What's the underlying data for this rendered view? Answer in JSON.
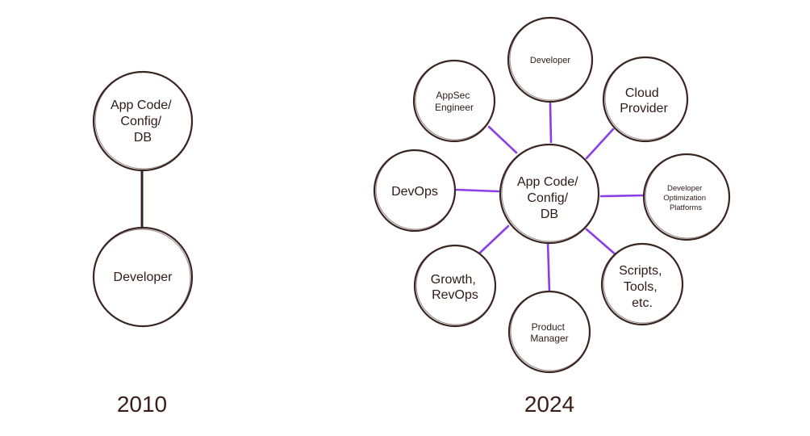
{
  "colors": {
    "ink": "#3a2620",
    "text": "#2e1b16",
    "connector_2024": "#8a3ee6",
    "background": "#ffffff"
  },
  "panel_2010": {
    "year": "2010",
    "center": {
      "lines": [
        "App Code/",
        "Config/",
        "DB"
      ]
    },
    "developer": {
      "lines": [
        "Developer"
      ]
    }
  },
  "panel_2024": {
    "year": "2024",
    "center": {
      "lines": [
        "App Code/",
        "Config/",
        "DB"
      ]
    },
    "satellites": {
      "developer": {
        "lines": [
          "Developer"
        ]
      },
      "appsec": {
        "lines": [
          "AppSec",
          "Engineer"
        ]
      },
      "cloud": {
        "lines": [
          "Cloud",
          "Provider"
        ]
      },
      "devops": {
        "lines": [
          "DevOps"
        ]
      },
      "dop": {
        "lines": [
          "Developer",
          "Optimization",
          "Platforms"
        ]
      },
      "growth": {
        "lines": [
          "Growth,",
          "RevOps"
        ]
      },
      "scripts": {
        "lines": [
          "Scripts,",
          "Tools,",
          "etc."
        ]
      },
      "pm": {
        "lines": [
          "Product",
          "Manager"
        ]
      }
    }
  }
}
